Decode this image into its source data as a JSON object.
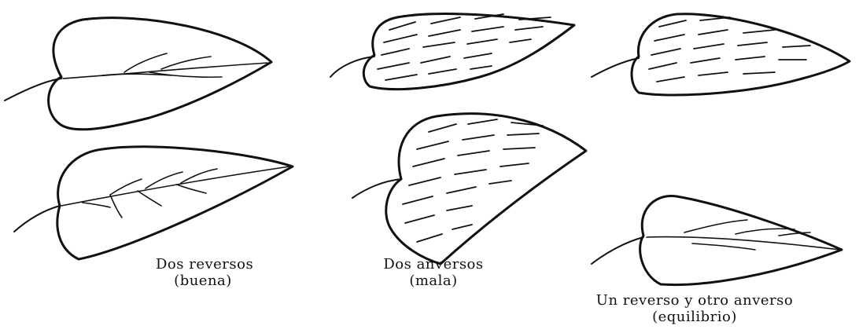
{
  "captions": [
    {
      "line1": "Dos reversos",
      "line2": "(buena)"
    },
    {
      "line1": "Dos anversos",
      "line2": "(mala)"
    },
    {
      "line1": "Un reverso y otro anverso",
      "line2": "(equilibrio)"
    }
  ],
  "leaves": [
    {
      "group": 1,
      "side": "reverso"
    },
    {
      "group": 1,
      "side": "reverso"
    },
    {
      "group": 2,
      "side": "anverso"
    },
    {
      "group": 2,
      "side": "anverso"
    },
    {
      "group": 3,
      "side": "anverso"
    },
    {
      "group": 3,
      "side": "reverso"
    }
  ],
  "colors": {
    "ink": "#111111",
    "paper": "#ffffff"
  }
}
